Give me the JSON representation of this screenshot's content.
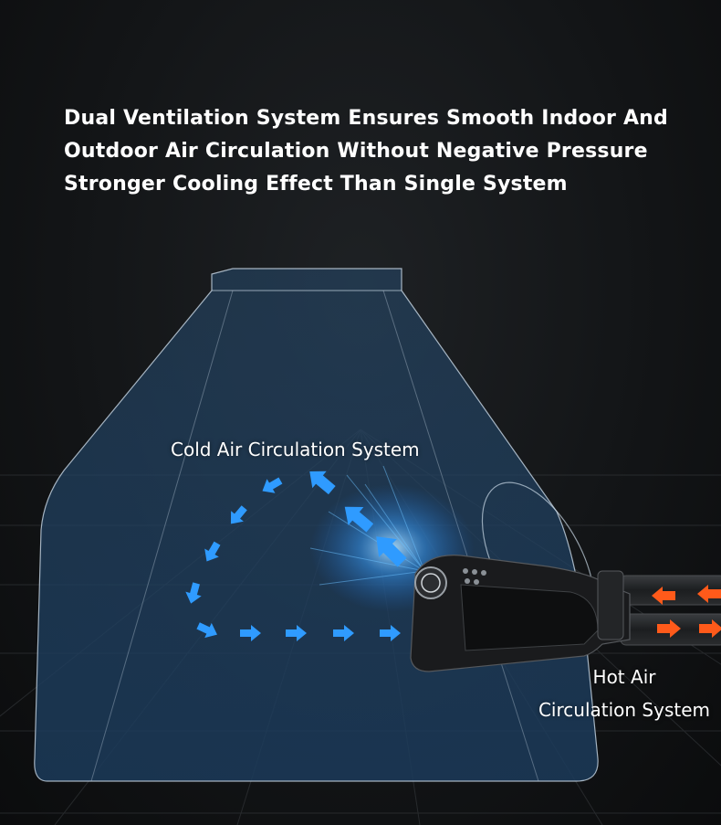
{
  "headline": {
    "line1": "Dual Ventilation System Ensures Smooth Indoor And",
    "line2": "Outdoor Air Circulation Without Negative Pressure",
    "line3": "Stronger Cooling Effect Than Single System"
  },
  "cold_label": "Cold Air Circulation System",
  "hot_label": {
    "line1": "Hot Air",
    "line2": "Circulation System"
  },
  "colors": {
    "background": "#131517",
    "tent_fill": "#1b3a5a",
    "cold_arrow": "#2f9bff",
    "hot_arrow": "#ff5a1a",
    "text": "#ffffff"
  },
  "icons": [
    "tent-shape",
    "air-conditioner-unit",
    "cold-arrow",
    "hot-arrow",
    "floor-grid"
  ]
}
